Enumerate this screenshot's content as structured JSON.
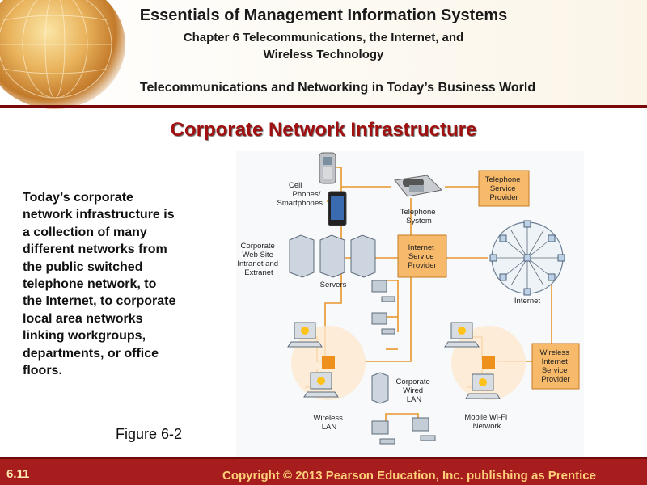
{
  "header": {
    "title": "Essentials of Management Information Systems",
    "subtitle_line1": "Chapter 6 Telecommunications, the Internet, and",
    "subtitle_line2": "Wireless Technology",
    "section": "Telecommunications and Networking in Today’s Business World"
  },
  "slide": {
    "title": "Corporate Network Infrastructure",
    "body": [
      "Today’s corporate",
      "network infrastructure is",
      "a collection of many",
      "different networks from",
      "the public switched",
      "telephone network, to",
      "the Internet, to corporate",
      "local area networks",
      "linking workgroups,",
      "departments, or office",
      "floors."
    ],
    "caption": "Figure 6-2"
  },
  "diagram": {
    "cell_phones": [
      "Cell",
      "Phones/",
      "Smartphones"
    ],
    "telephone_system": [
      "Telephone",
      "System"
    ],
    "telephone_provider": [
      "Telephone",
      "Service",
      "Provider"
    ],
    "corporate_web": [
      "Corporate",
      "Web Site",
      "Intranet and",
      "Extranet"
    ],
    "servers": "Servers",
    "isp": [
      "Internet",
      "Service",
      "Provider"
    ],
    "internet": "Internet",
    "wireless_lan": [
      "Wireless",
      "LAN"
    ],
    "wired_lan": [
      "Corporate",
      "Wired",
      "LAN"
    ],
    "wifi_network": [
      "Mobile Wi-Fi",
      "Network"
    ],
    "wireless_isp": [
      "Wireless",
      "Internet",
      "Service",
      "Provider"
    ]
  },
  "footer": {
    "slide_number": "6.11",
    "copyright": "Copyright © 2013 Pearson Education, Inc. publishing as Prentice"
  },
  "colors": {
    "accent": "#a71c1c",
    "title_red": "#a01010",
    "provider_orange": "#f7b96a",
    "line_orange": "#e8962e"
  }
}
